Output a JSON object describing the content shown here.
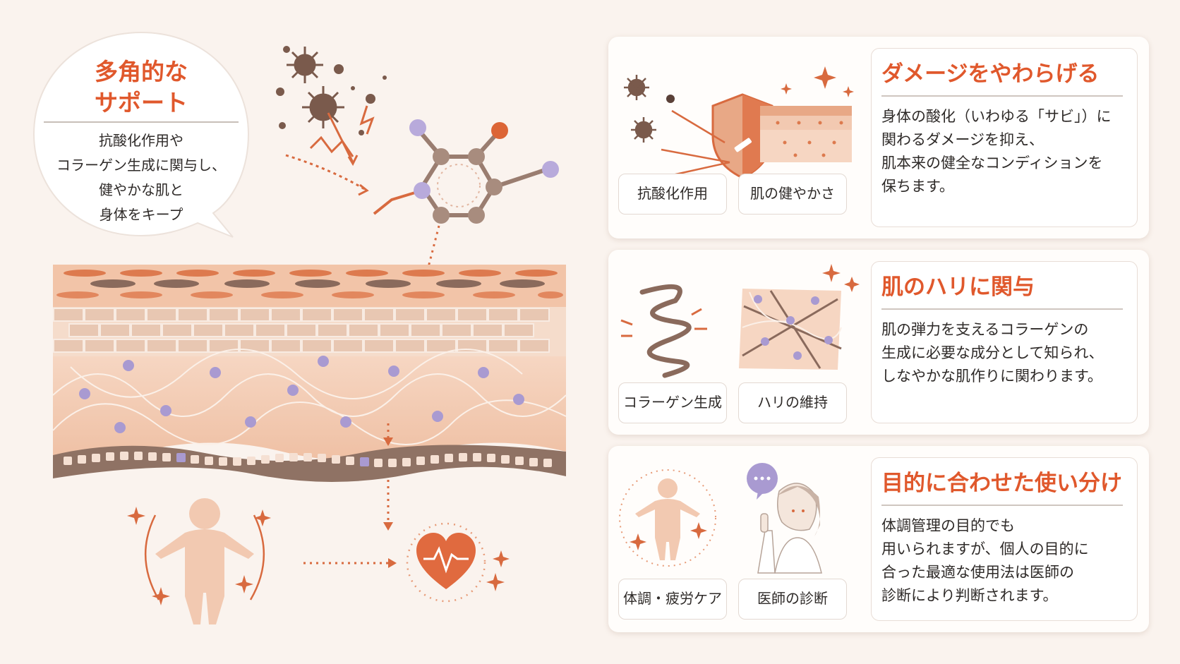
{
  "bubble": {
    "title": "多角的な\nサポート",
    "body": "抗酸化作用や\nコラーゲン生成に関与し、\n健やかな肌と\n身体をキープ"
  },
  "cards": [
    {
      "title": "ダメージをやわらげる",
      "body": "身体の酸化（いわゆる「サビ」）に\n関わるダメージを抑え、\n肌本来の健全なコンディションを\n保ちます。",
      "chips": [
        "抗酸化作用",
        "肌の健やかさ"
      ]
    },
    {
      "title": "肌のハリに関与",
      "body": "肌の弾力を支えるコラーゲンの\n生成に必要な成分として知られ、\nしなやかな肌作りに関わります。",
      "chips": [
        "コラーゲン生成",
        "ハリの維持"
      ]
    },
    {
      "title": "目的に合わせた使い分け",
      "body": "体調管理の目的でも\n用いられますが、個人の目的に\n合った最適な使用法は医師の\n診断により判断されます。",
      "chips": [
        "体調・疲労ケア",
        "医師の診断"
      ]
    }
  ],
  "colors": {
    "accent": "#e0582c",
    "skin": "#f3cdb3",
    "brown": "#8a6a5c",
    "lavender": "#a99ad1",
    "background": "#faf3ee"
  },
  "icons": {
    "card1": [
      "virus-icon",
      "shield-icon",
      "skin-layer-icon"
    ],
    "card2": [
      "collagen-spring-icon",
      "collagen-fiber-icon"
    ],
    "card3": [
      "body-care-icon",
      "doctor-icon"
    ]
  }
}
